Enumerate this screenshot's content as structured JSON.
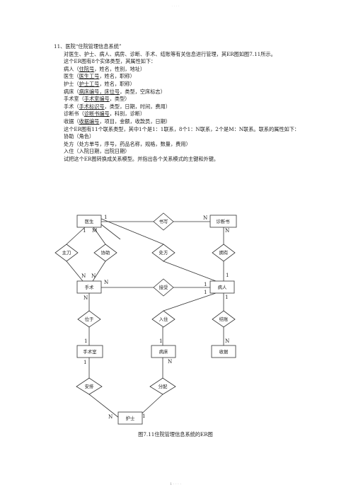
{
  "header": "· · · ·",
  "footer": "1 · · · ·",
  "title": "11、医院“住院管理信息系统”",
  "intro": "对医生、护士、病人、病房、诊断、手术、结账等有关信息进行管理，其ER图如图7.11所示。",
  "entities_intro": "这个ER图有8个实体类型，其属性如下：",
  "entities": [
    {
      "name": "病人",
      "key": "住院号",
      "rest": "，姓名，性别，地址）"
    },
    {
      "name": "医生",
      "key": "医生工号",
      "rest": "，姓名，职称）"
    },
    {
      "name": "护士",
      "key": "护士工号",
      "rest": "，姓名，职称）"
    },
    {
      "name": "病床",
      "key": "病床编号，床位号",
      "rest": "，类型，空床标志）"
    },
    {
      "name": "手术室",
      "key": "手术室编号",
      "rest": "，类型）"
    },
    {
      "name": "手术",
      "key": "手术标识号",
      "rest": "，类型，日期，时间，费用）"
    },
    {
      "name": "诊断书",
      "key": "诊断书编号",
      "rest": "，科别，诊断）"
    },
    {
      "name": "收据",
      "key": "收据编号",
      "rest": "，项目，金额，收款员，日期）"
    }
  ],
  "relations_intro": "这个ER图有11个联系类型，其中1个是1：1联系，8个1：N联系，2个是M：N联系。联系的属性如下：",
  "relation_attrs": [
    "协助（角色）",
    "处方（处方单号，序号，药品名称，规格，数量，费用）",
    "入住（入院日期，出院日期）"
  ],
  "task": "试把这个ER图转换成关系模型。并指出各个关系模式的主键和外键。",
  "diagram": {
    "entities": {
      "doctor": "医生",
      "diagnosis": "诊断书",
      "surgery": "手术",
      "patient": "病人",
      "or_room": "手术室",
      "bed": "病床",
      "receipt": "收据",
      "nurse": "护士"
    },
    "relationships": {
      "write": "书写",
      "perform": "主刀",
      "assist": "协助",
      "prescribe": "处方",
      "own": "拥有",
      "receive": "接受",
      "locate": "位于",
      "stay": "入住",
      "checkout": "结账",
      "arrange": "安排",
      "assign": "分配"
    },
    "cardinalities": {
      "doc_write": "1",
      "write_diag": "N",
      "doc_perform": "1",
      "doc_assist": "M",
      "perform_surg": "N",
      "assist_surg": "N",
      "diag_own": "N",
      "own_patient": "1",
      "surg_receive": "N",
      "receive_patient": "1",
      "surg_locate": "N",
      "locate_or": "1",
      "stay_bed": "1",
      "stay_patient": "1",
      "patient_checkout": "1",
      "checkout_receipt": "N",
      "bed_assign": "N",
      "nurse_assign": "1",
      "or_arrange": "1",
      "nurse_arrange": "N"
    }
  },
  "caption": "图7.11住院管理信息系统的ER图"
}
